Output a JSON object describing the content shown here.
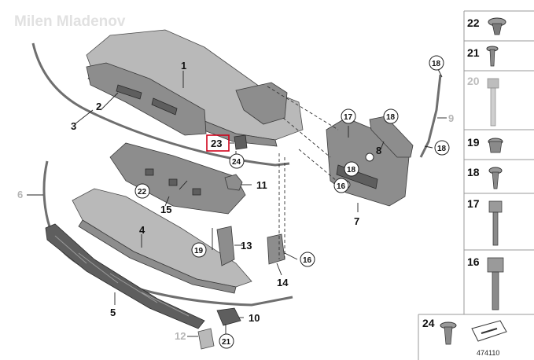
{
  "watermark": "Milen Mladenov",
  "diagram_id": "474110",
  "callouts": {
    "c1": "1",
    "c2": "2",
    "c3": "3",
    "c4": "4",
    "c5": "5",
    "c6": "6",
    "c7": "7",
    "c8": "8",
    "c9": "9",
    "c10": "10",
    "c11": "11",
    "c12": "12",
    "c13": "13",
    "c14": "14",
    "c15": "15",
    "c23": "23",
    "c24": "24",
    "c17": "17",
    "c18a": "18",
    "c18b": "18",
    "c18c": "18",
    "c18d": "18",
    "c16a": "16",
    "c16b": "16",
    "c19": "19",
    "c21": "21",
    "c22": "22"
  },
  "parts_panel": [
    {
      "number": "22"
    },
    {
      "number": "21"
    },
    {
      "number": "20"
    },
    {
      "number": "19"
    },
    {
      "number": "18"
    },
    {
      "number": "17"
    },
    {
      "number": "16"
    },
    {
      "number": "24"
    }
  ],
  "highlighted_callout": "23",
  "colors": {
    "highlight_box": "#d0021b",
    "part_fill": "#8d8d8d",
    "greyed_label": "#b5b5b5"
  }
}
